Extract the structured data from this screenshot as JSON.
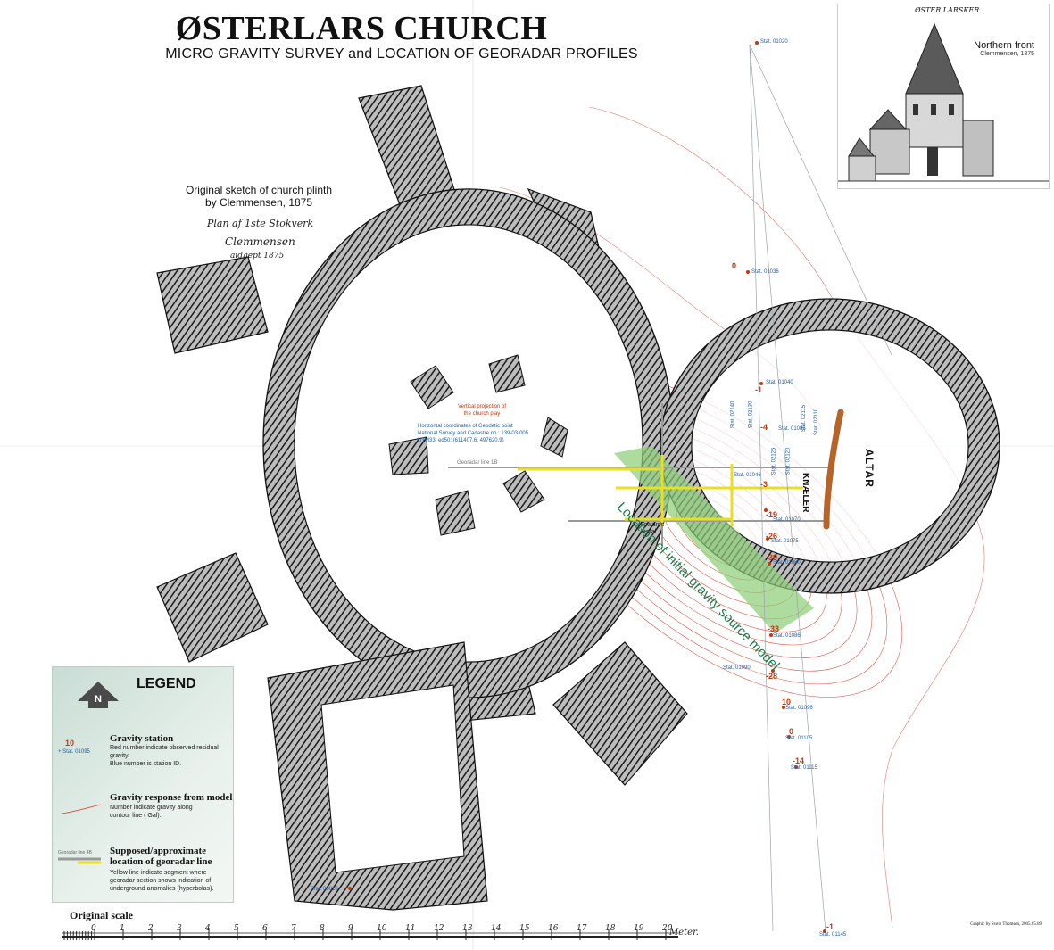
{
  "header": {
    "title": "ØSTERLARS CHURCH",
    "subtitle": "MICRO GRAVITY SURVEY and LOCATION OF GEORADAR PROFILES"
  },
  "sketch_caption": {
    "line1": "Original sketch of church plinth",
    "line2": "by Clemmensen, 1875",
    "hand1": "Plan af 1ste Stokverk",
    "hand2": "Clemmensen",
    "hand3": "aidgept 1875"
  },
  "inset": {
    "hand_title": "ØSTER LARSKER",
    "caption": "Northern front",
    "sub": "Clemmensen, 1875"
  },
  "annotations": {
    "projection1": "Vertical projection of",
    "projection2": "the church play",
    "coords1": "Horizontal coordinates of Geodetic point",
    "coords2": "National Survey and Cadastre no.: 139-03-005",
    "coords3": "UTM33, ed50: (611407.6, 497620.9)",
    "towards1": "Towards",
    "towards2": "burial",
    "kneeler": "KNÆLER",
    "altar": "ALTAR",
    "gravity_source": "Location of initial gravity source model",
    "georadar_line": "Georadar line 1B"
  },
  "stations": [
    {
      "id": "Stat. 01020",
      "val": ""
    },
    {
      "id": "Stat. 01036",
      "val": "0"
    },
    {
      "id": "Stat. 01040",
      "val": "-1"
    },
    {
      "id": "Stat. 01046",
      "val": "-3"
    },
    {
      "id": "Stat. 01070",
      "val": "-19"
    },
    {
      "id": "Stat. 01075",
      "val": "-26"
    },
    {
      "id": "Stat. 01080",
      "val": "-39"
    },
    {
      "id": "Stat. 01086",
      "val": "-33"
    },
    {
      "id": "Stat. 01090",
      "val": "-28"
    },
    {
      "id": "Stat. 01096",
      "val": "10"
    },
    {
      "id": "Stat. 01105",
      "val": "0"
    },
    {
      "id": "Stat. 01115",
      "val": "-14"
    },
    {
      "id": "Stat. 01145",
      "val": "-1"
    },
    {
      "id": "Stat. 00010",
      "val": ""
    },
    {
      "id": "Stat. 02140",
      "val": ""
    },
    {
      "id": "Stat. 02130",
      "val": ""
    },
    {
      "id": "Stat. 02125",
      "val": ""
    },
    {
      "id": "Stat. 02120",
      "val": ""
    },
    {
      "id": "Stat. 02115",
      "val": ""
    },
    {
      "id": "Stat. 02110",
      "val": ""
    },
    {
      "id": "Stat. 01085",
      "val": "-4"
    }
  ],
  "legend": {
    "title": "LEGEND",
    "north": "N",
    "gravity_station": {
      "heading": "Gravity station",
      "sample_val": "10",
      "sample_id": "+ Stat. 01095",
      "text1": "Red number indicate observed residual gravity.",
      "text2": "Blue number is station ID."
    },
    "gravity_response": {
      "heading": "Gravity response from model",
      "text": "Number indicate gravity along contour line ( Gal)."
    },
    "georadar": {
      "heading": "Supposed/approximate location of georadar line",
      "sample": "Georadar line 4B",
      "text": "Yellow line indicate segment where georadar section shows indication of underground anomalies (hyperbolas)."
    }
  },
  "scale": {
    "title": "Original scale",
    "ticks": [
      "0",
      "1",
      "2",
      "3",
      "4",
      "5",
      "6",
      "7",
      "8",
      "9",
      "10",
      "11",
      "12",
      "13",
      "14",
      "15",
      "16",
      "17",
      "18",
      "19",
      "20"
    ],
    "unit": "Meter."
  },
  "credit": "Graphic by Svein Thomsen, 2005.05.09",
  "colors": {
    "wall_hatch": "#222222",
    "contour": "#e04a3a",
    "gravity_model": "#8fcf7a",
    "georadar_yellow": "#e8e020",
    "kneeler": "#b5652a",
    "station_red": "#c3380f",
    "station_blue": "#1f5fa8"
  }
}
